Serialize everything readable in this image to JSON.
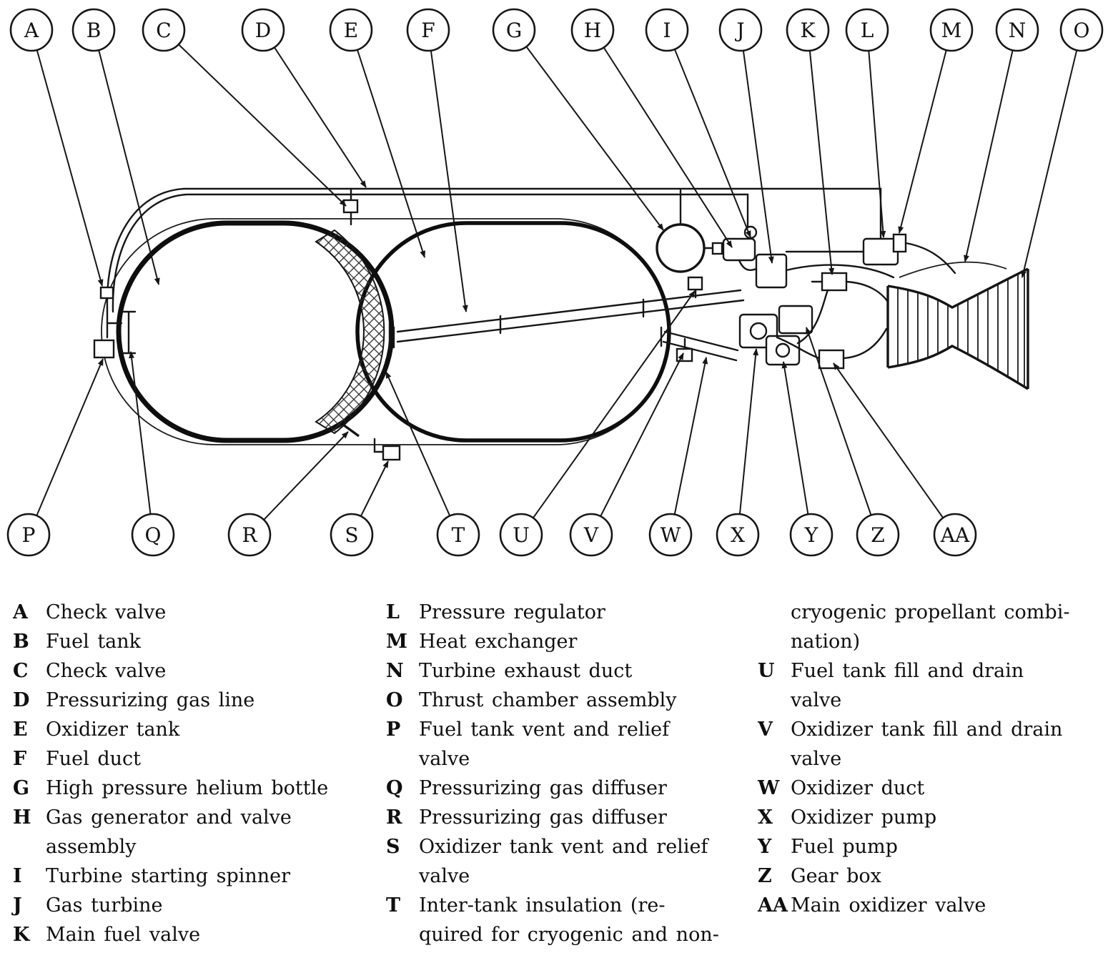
{
  "colors": {
    "ink": "#161616",
    "paper": "#ffffff"
  },
  "callouts": {
    "top": [
      "A",
      "B",
      "C",
      "D",
      "E",
      "F",
      "G",
      "H",
      "I",
      "J",
      "K",
      "L",
      "M",
      "N",
      "O"
    ],
    "bottom": [
      "P",
      "Q",
      "R",
      "S",
      "T",
      "U",
      "V",
      "W",
      "X",
      "Y",
      "Z",
      "AA"
    ]
  },
  "legend": {
    "columns": [
      {
        "entries": [
          {
            "key": "A",
            "lines": [
              "Check valve"
            ]
          },
          {
            "key": "B",
            "lines": [
              "Fuel tank"
            ]
          },
          {
            "key": "C",
            "lines": [
              "Check valve"
            ]
          },
          {
            "key": "D",
            "lines": [
              "Pressurizing gas line"
            ]
          },
          {
            "key": "E",
            "lines": [
              "Oxidizer tank"
            ]
          },
          {
            "key": "F",
            "lines": [
              "Fuel duct"
            ]
          },
          {
            "key": "G",
            "lines": [
              "High pressure helium bottle"
            ]
          },
          {
            "key": "H",
            "lines": [
              "Gas generator and valve",
              "assembly"
            ]
          },
          {
            "key": "I",
            "lines": [
              "Turbine starting spinner"
            ]
          },
          {
            "key": "J",
            "lines": [
              "Gas turbine"
            ]
          },
          {
            "key": "K",
            "lines": [
              "Main fuel valve"
            ]
          }
        ]
      },
      {
        "entries": [
          {
            "key": "L",
            "lines": [
              "Pressure regulator"
            ]
          },
          {
            "key": "M",
            "lines": [
              "Heat exchanger"
            ]
          },
          {
            "key": "N",
            "lines": [
              "Turbine exhaust duct"
            ]
          },
          {
            "key": "O",
            "lines": [
              "Thrust chamber assembly"
            ]
          },
          {
            "key": "P",
            "lines": [
              "Fuel tank vent and relief",
              "valve"
            ]
          },
          {
            "key": "Q",
            "lines": [
              "Pressurizing gas diffuser"
            ]
          },
          {
            "key": "R",
            "lines": [
              "Pressurizing gas diffuser"
            ]
          },
          {
            "key": "S",
            "lines": [
              "Oxidizer tank vent and relief",
              "valve"
            ]
          },
          {
            "key": "T",
            "lines": [
              "Inter-tank insulation (re-",
              "quired for cryogenic and non-"
            ]
          }
        ]
      },
      {
        "entries": [
          {
            "key": "",
            "lines": [
              "cryogenic propellant combi-",
              "nation)"
            ]
          },
          {
            "key": "U",
            "lines": [
              "Fuel tank fill and drain",
              "valve"
            ]
          },
          {
            "key": "V",
            "lines": [
              "Oxidizer tank fill and drain",
              "valve"
            ]
          },
          {
            "key": "W",
            "lines": [
              "Oxidizer duct"
            ]
          },
          {
            "key": "X",
            "lines": [
              "Oxidizer pump"
            ]
          },
          {
            "key": "Y",
            "lines": [
              "Fuel pump"
            ]
          },
          {
            "key": "Z",
            "lines": [
              "Gear box"
            ]
          },
          {
            "key": "AA",
            "lines": [
              "Main oxidizer valve"
            ]
          }
        ]
      }
    ]
  }
}
